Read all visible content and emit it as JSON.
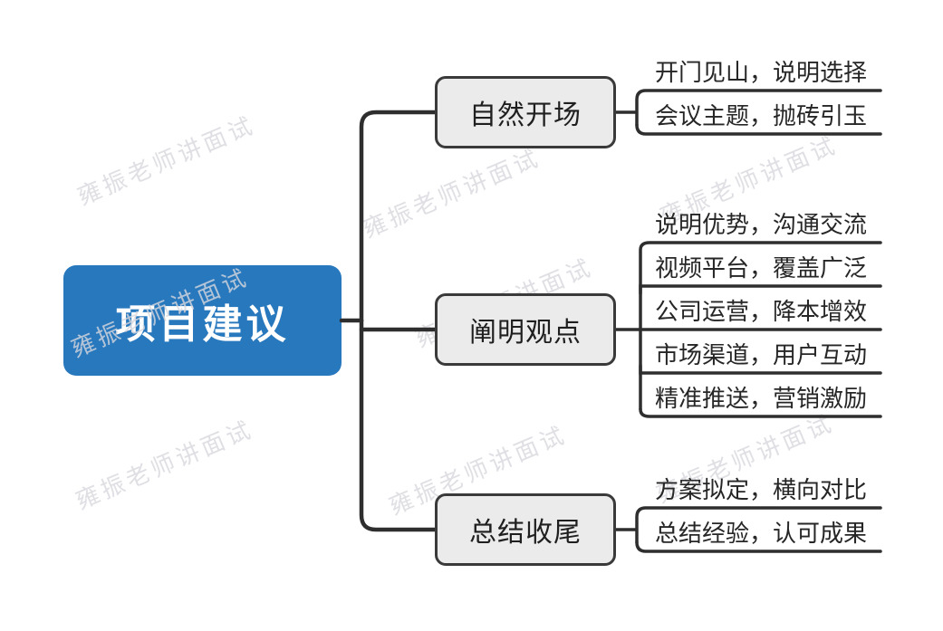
{
  "root": {
    "label": "项目建议"
  },
  "branches": [
    {
      "label": "自然开场",
      "leaves": [
        "开门见山，说明选择",
        "会议主题，抛砖引玉"
      ]
    },
    {
      "label": "阐明观点",
      "leaves": [
        "说明优势，沟通交流",
        "视频平台，覆盖广泛",
        "公司运营，降本增效",
        "市场渠道，用户互动",
        "精准推送，营销激励"
      ]
    },
    {
      "label": "总结收尾",
      "leaves": [
        "方案拟定，横向对比",
        "总结经验，认可成果"
      ]
    }
  ],
  "watermark": {
    "text": "雍振老师讲面试"
  },
  "colors": {
    "root_fill": "#2878be",
    "root_text": "#ffffff",
    "branch_fill": "#ebebeb",
    "branch_border": "#3a3a3a",
    "line": "#2e2e2e",
    "leaf_text": "#262626",
    "watermark": "#d8d8de",
    "background": "#ffffff"
  }
}
